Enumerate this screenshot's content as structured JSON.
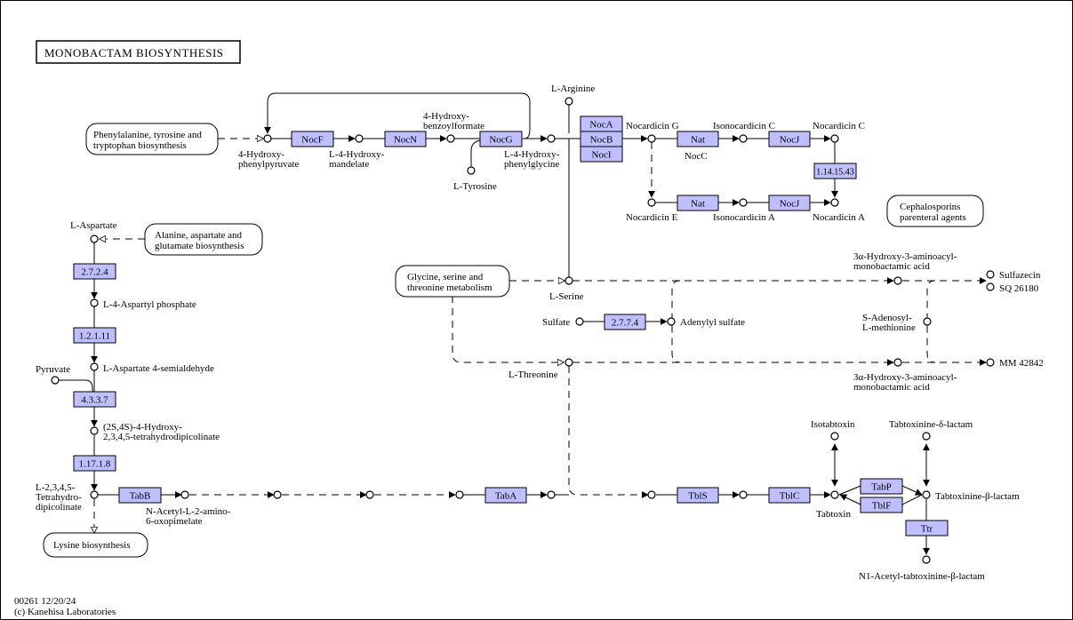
{
  "title": "MONOBACTAM BIOSYNTHESIS",
  "footer": {
    "code": "00261 12/20/24",
    "copyright": "(c) Kanehisa Laboratories"
  },
  "maps": {
    "phe_tyr_trp": [
      "Phenylalanine, tyrosine and",
      "tryptophan biosynthesis"
    ],
    "ala_asp_glu": [
      "Alanine, aspartate and",
      "glutamate biosynthesis"
    ],
    "gly_ser_thr": [
      "Glycine, serine and",
      "threonine metabolism"
    ],
    "cephalosporins": [
      "Cephalosporins",
      "parenteral agents"
    ],
    "lysine": [
      "Lysine biosynthesis"
    ]
  },
  "enzymes": {
    "nocf": "NocF",
    "nocn": "NocN",
    "nocg": "NocG",
    "noca": "NocA",
    "nocb": "NocB",
    "noci": "NocI",
    "nat1": "Nat",
    "nocj1": "NocJ",
    "nat2": "Nat",
    "nocj2": "NocJ",
    "ec_114": "1.14.15.43",
    "ec_2724": "2.7.2.4",
    "ec_12111": "1.2.1.11",
    "ec_4337": "4.3.3.7",
    "ec_11718": "1.17.1.8",
    "ec_2774": "2.7.7.4",
    "tabb": "TabB",
    "taba": "TabA",
    "tbls": "TblS",
    "tblc": "TblC",
    "tabp": "TabP",
    "tblf": "TblF",
    "ttr": "Ttr"
  },
  "compounds": {
    "hydroxyphenylpyruvate": [
      "4-Hydroxy-",
      "phenylpyruvate"
    ],
    "hydroxymandelate": [
      "L-4-Hydroxy-",
      "mandelate"
    ],
    "hydroxybenzoylformate": [
      "4-Hydroxy-",
      "benzoylformate"
    ],
    "tyrosine": "L-Tyrosine",
    "hydroxyphenylglycine": [
      "L-4-Hydroxy-",
      "phenylglycine"
    ],
    "arginine": "L-Arginine",
    "nocardicin_g": "Nocardicin G",
    "isonocardicin_c": "Isonocardicin C",
    "noc_c_label": "NocC",
    "nocardicin_c": "Nocardicin C",
    "nocardicin_e": "Nocardicin E",
    "isonocardicin_a": "Isonocardicin A",
    "nocardicin_a": "Nocardicin A",
    "aspartate": "L-Aspartate",
    "aspartyl_phosphate": "L-4-Aspartyl phosphate",
    "pyruvate": "Pyruvate",
    "semialdehyde": "L-Aspartate 4-semialdehyde",
    "dipicolinate_h": [
      "(2S,4S)-4-Hydroxy-",
      "2,3,4,5-tetrahydrodipicolinate"
    ],
    "tetrahydro_dipicolinate": [
      "L-2,3,4,5-",
      "Tetrahydro-",
      "dipicolinate"
    ],
    "acetyl_oxopimelate": [
      "N-Acetyl-L-2-amino-",
      "6-oxopimelate"
    ],
    "serine": "L-Serine",
    "threonine": "L-Threonine",
    "sulfate": "Sulfate",
    "adenylyl_sulfate": "Adenylyl sulfate",
    "aminoacyl_acid_top": [
      "3α-Hydroxy-3-aminoacyl-",
      "monobactamic acid"
    ],
    "aminoacyl_acid_bottom": [
      "3α-Hydroxy-3-aminoacyl-",
      "monobactamic acid"
    ],
    "sam": [
      "S-Adenosyl-",
      "L-methionine"
    ],
    "sulfazecin": "Sulfazecin",
    "sq26180": "SQ 26180",
    "mm42842": "MM 42842",
    "isotabtoxin": "Isotabtoxin",
    "tabtoxinine_delta": "Tabtoxinine-δ-lactam",
    "tabtoxin": "Tabtoxin",
    "tabtoxinine_beta": "Tabtoxinine-β-lactam",
    "acetyl_tabtoxinine": "N1-Acetyl-tabtoxinine-β-lactam"
  },
  "colors": {
    "enzyme_fill": "#bfbfff",
    "line": "#000000",
    "background": "#ffffff"
  }
}
